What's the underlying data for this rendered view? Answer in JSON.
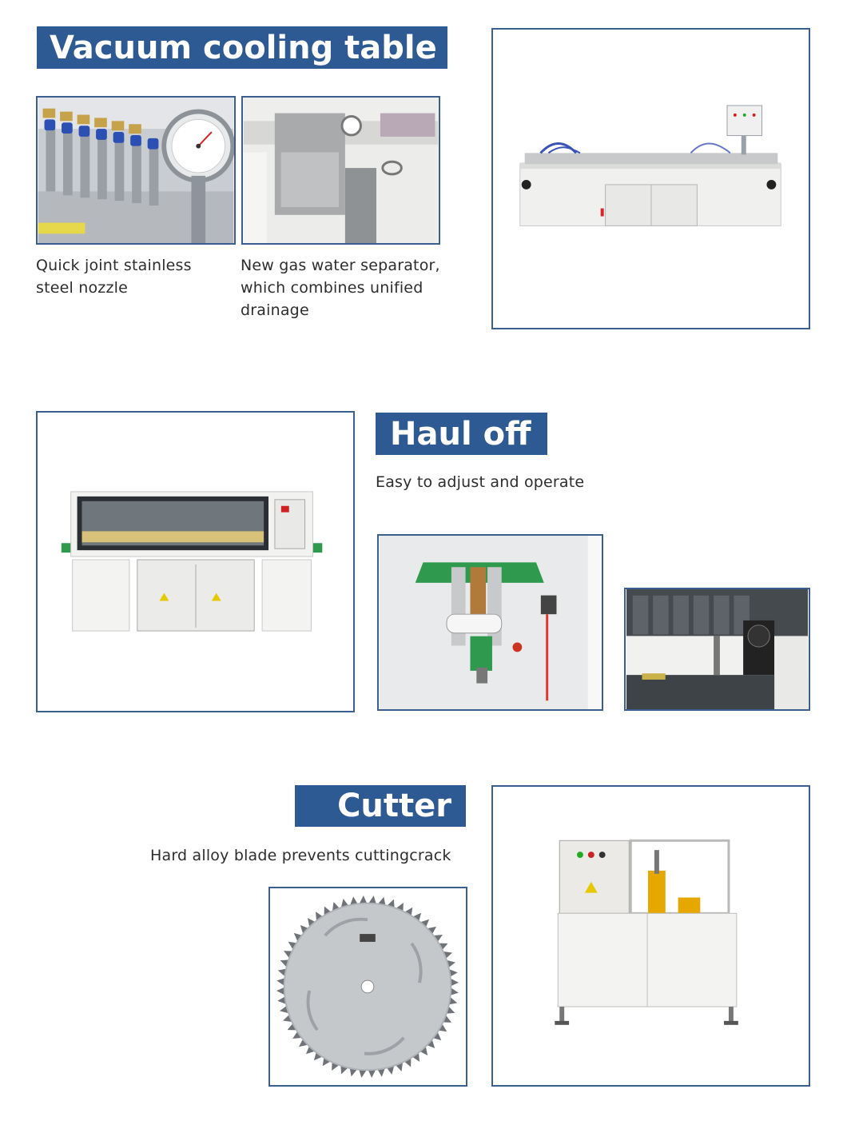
{
  "sections": {
    "vacuum": {
      "title": "Vacuum cooling table",
      "captions": [
        "Quick joint stainless steel nozzle",
        "New gas water separator, which combines unified drainage"
      ]
    },
    "haul": {
      "title": "Haul off",
      "caption": "Easy to adjust and operate"
    },
    "cutter": {
      "title": "Cutter",
      "caption": "Hard alloy blade prevents cuttingcrack"
    }
  },
  "colors": {
    "accent": "#2e5a93",
    "frame_border": "#3b5f8e",
    "machine_body": "#f1f1ef",
    "guard_green": "#2f9a4e",
    "cutter_yellow": "#e6a700"
  },
  "icons": [
    "pressure-gauge-icon",
    "warning-triangle-icon",
    "saw-blade-icon"
  ]
}
